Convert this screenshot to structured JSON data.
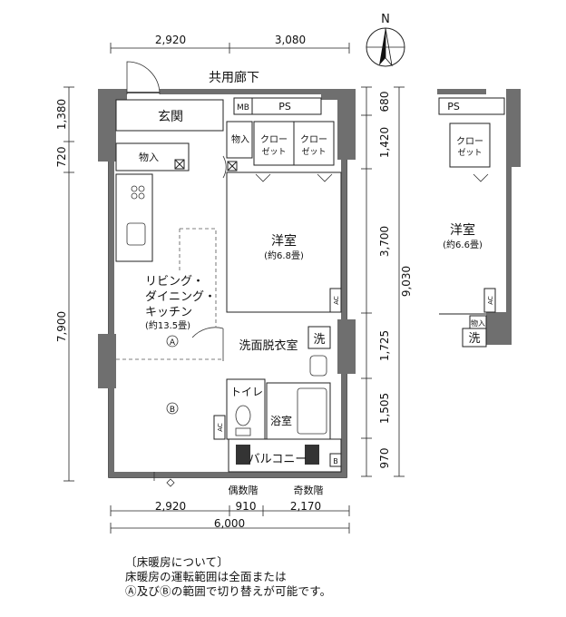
{
  "compass": {
    "north": "N"
  },
  "dimensions": {
    "top": [
      "2,920",
      "3,080"
    ],
    "left": [
      "1,380",
      "720",
      "7,900"
    ],
    "right": [
      "680",
      "1,420",
      "3,700",
      "1,725",
      "1,505",
      "970"
    ],
    "right_total": "9,030",
    "bottom": [
      "2,920",
      "910",
      "2,170"
    ],
    "bottom_total": "6,000"
  },
  "labels": {
    "corridor": "共用廊下",
    "mb": "MB",
    "ps": "PS",
    "entrance": "玄関",
    "storage1": "物入",
    "storage2": "物入",
    "closet1": "クロー\nゼット",
    "closet2": "クロー\nゼット",
    "western_room": "洋室",
    "western_room_size": "(約6.8畳)",
    "ldk": "リビング・\nダイニング・\nキッチン",
    "ldk_size": "(約13.5畳)",
    "zone_a": "A",
    "zone_b": "B",
    "dressing": "洗面脱衣室",
    "washer": "洗",
    "toilet": "トイレ",
    "bath": "浴室",
    "balcony": "バルコニー",
    "ac": "AC",
    "b_mark": "B",
    "even_floor": "偶数階",
    "odd_floor": "奇数階"
  },
  "alt_plan": {
    "ps": "PS",
    "closet": "クロー\nゼット",
    "room": "洋室",
    "room_size": "(約6.6畳)",
    "storage": "物入",
    "washer": "洗",
    "ac": "AC"
  },
  "note": {
    "heading": "〔床暖房について〕",
    "line1": "床暖房の運転範囲は全面または",
    "line2": "Ⓐ及びⒷの範囲で切り替えが可能です。"
  }
}
